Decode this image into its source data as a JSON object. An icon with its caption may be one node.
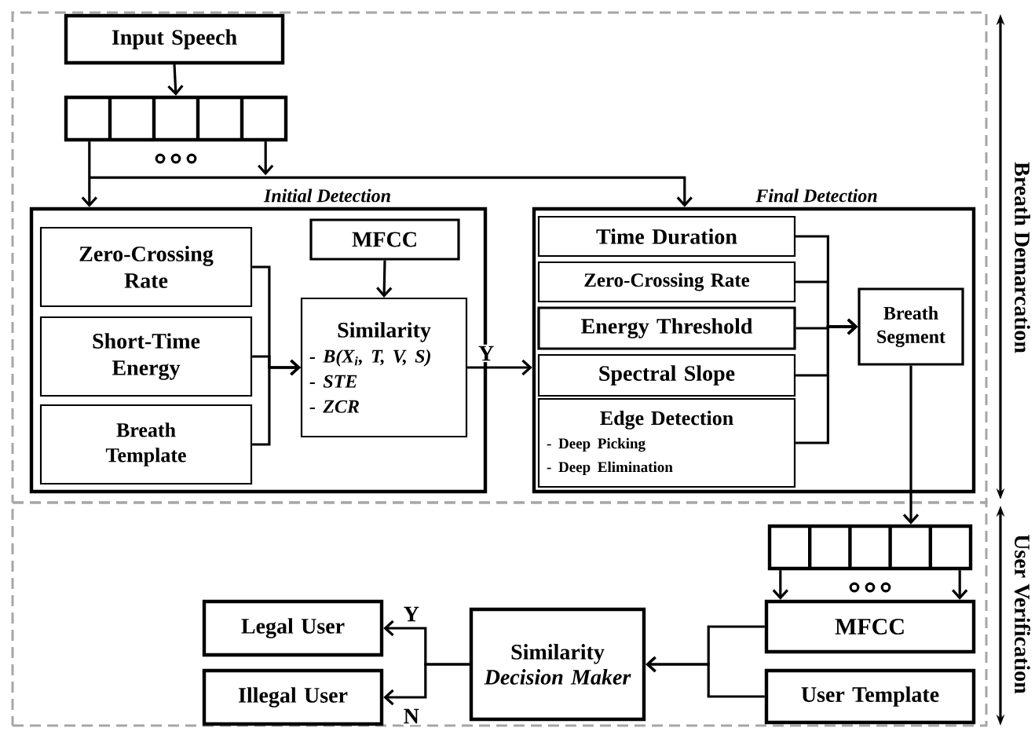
{
  "diagram": {
    "nodes": [
      {
        "text": [
          "Breath Demarcation"
        ]
      },
      {
        "text": [
          "User Verification"
        ]
      },
      {
        "text": [
          "Input Speech"
        ],
        "in": 0
      },
      {
        "text": [],
        "shape": "box",
        "in": 0
      },
      {
        "text": [
          "Initial Detection"
        ],
        "in": 0
      },
      {
        "text": [
          "Zero-Crossing Rate"
        ],
        "in": 4
      },
      {
        "text": [
          "Short-Time Energy"
        ],
        "in": 4
      },
      {
        "text": [
          "Breath Template"
        ],
        "in": 4
      },
      {
        "text": [
          "MFCC"
        ],
        "in": 4
      },
      {
        "text": [
          "Similarity",
          "- B(X$_{i}$, T, V, S)",
          "- STE",
          "- ZCR"
        ],
        "in": 4
      },
      {
        "text": [
          "Final Detection"
        ],
        "in": 0
      },
      {
        "text": [
          "Time Duration"
        ],
        "in": 10
      },
      {
        "text": [
          "Zero-Crossing Rate"
        ],
        "in": 10
      },
      {
        "text": [
          "Energy Threshold"
        ],
        "in": 10
      },
      {
        "text": [
          "Spectral Slope"
        ],
        "in": 10
      },
      {
        "text": [
          "Edge Detection",
          "- Deep Picking",
          "- Deep Elimination"
        ],
        "in": 10
      },
      {
        "text": [
          "Breath Segment"
        ],
        "in": 10
      },
      {
        "text": [],
        "shape": "box",
        "in": 1
      },
      {
        "text": [
          "MFCC"
        ],
        "in": 1
      },
      {
        "text": [
          "User Template"
        ],
        "in": 1
      },
      {
        "text": [
          "Similarity",
          "Decision Maker"
        ],
        "in": 1
      },
      {
        "text": [
          "Legal User"
        ],
        "in": 1
      },
      {
        "text": [
          "Illegal User"
        ],
        "in": 1
      }
    ],
    "edges": [
      {
        "from": 2,
        "to": 3,
        "arrow": "to"
      },
      {
        "from": 3,
        "to": 4,
        "arrow": "to"
      },
      {
        "from": 3,
        "to": 10,
        "arrow": "to"
      },
      {
        "from": 5,
        "to": 9,
        "arrow": "to"
      },
      {
        "from": 6,
        "to": 9,
        "arrow": "to"
      },
      {
        "from": 7,
        "to": 9,
        "arrow": "to"
      },
      {
        "from": 8,
        "to": 9,
        "arrow": "to"
      },
      {
        "from": 9,
        "to": 10,
        "arrow": "to",
        "label": "Y"
      },
      {
        "from": 11,
        "to": 16,
        "arrow": "to"
      },
      {
        "from": 12,
        "to": 16,
        "arrow": "to"
      },
      {
        "from": 13,
        "to": 16,
        "arrow": "to"
      },
      {
        "from": 14,
        "to": 16,
        "arrow": "to"
      },
      {
        "from": 15,
        "to": 16,
        "arrow": "to"
      },
      {
        "from": 16,
        "to": 17,
        "arrow": "to"
      },
      {
        "from": 17,
        "to": 18,
        "arrow": "to"
      },
      {
        "from": 18,
        "to": 20,
        "arrow": "to"
      },
      {
        "from": 19,
        "to": 20,
        "arrow": "to"
      },
      {
        "from": 20,
        "to": 21,
        "arrow": "to",
        "label": "Y"
      },
      {
        "from": 20,
        "to": 22,
        "arrow": "to",
        "label": "N"
      }
    ]
  }
}
